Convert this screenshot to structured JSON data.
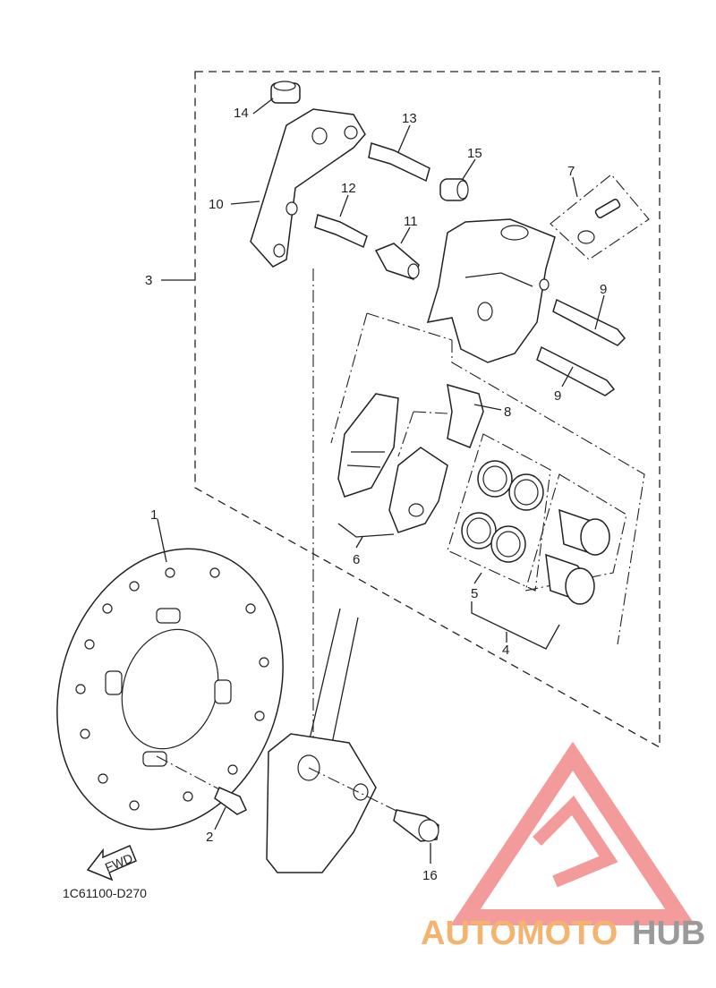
{
  "diagram": {
    "code": "1C61100-D270",
    "fwd": "FWD",
    "callouts": [
      {
        "id": "1",
        "label": "1"
      },
      {
        "id": "2",
        "label": "2"
      },
      {
        "id": "3",
        "label": "3"
      },
      {
        "id": "4",
        "label": "4"
      },
      {
        "id": "5",
        "label": "5"
      },
      {
        "id": "6",
        "label": "6"
      },
      {
        "id": "7",
        "label": "7"
      },
      {
        "id": "8",
        "label": "8"
      },
      {
        "id": "9a",
        "label": "9"
      },
      {
        "id": "9b",
        "label": "9"
      },
      {
        "id": "10",
        "label": "10"
      },
      {
        "id": "11",
        "label": "11"
      },
      {
        "id": "12",
        "label": "12"
      },
      {
        "id": "13",
        "label": "13"
      },
      {
        "id": "14",
        "label": "14"
      },
      {
        "id": "15",
        "label": "15"
      },
      {
        "id": "16",
        "label": "16"
      }
    ]
  },
  "watermark": {
    "part1": "AUTOMOTO",
    "part2": "HUB",
    "color1": "#f6b370",
    "color2": "#9a9a9a",
    "logo_color": "#f28a8a"
  }
}
